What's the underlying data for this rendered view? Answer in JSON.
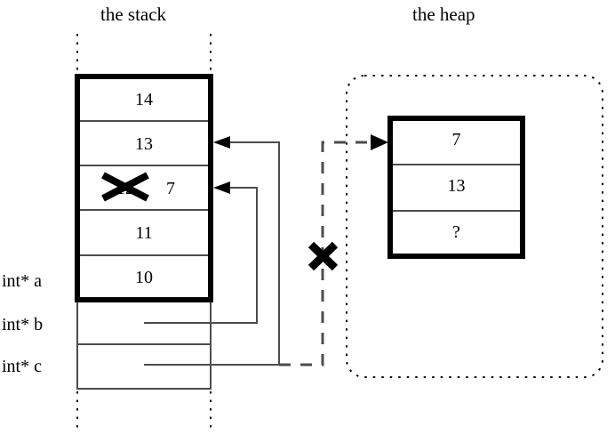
{
  "diagram": {
    "title_stack": "the stack",
    "title_heap": "the heap",
    "stack": {
      "active_frame_label": "active-stack-frame",
      "cells": [
        {
          "value": "14",
          "struck": false
        },
        {
          "value": "13",
          "struck": false
        },
        {
          "value": "12",
          "struck": true,
          "new_value": "7"
        },
        {
          "value": "11",
          "struck": false
        },
        {
          "value": "10",
          "struck": false
        }
      ],
      "pointer_rows": [
        {
          "label": "int* a"
        },
        {
          "label": "int* b"
        },
        {
          "label": "int* c"
        }
      ]
    },
    "heap": {
      "region_label": "heap-region",
      "cells": [
        {
          "value": "7"
        },
        {
          "value": "13"
        },
        {
          "value": "?"
        }
      ]
    },
    "annotations": {
      "strike_12": "X",
      "broken_link": "X"
    },
    "colors": {
      "ink": "#000000",
      "background": "#ffffff",
      "thin_rule": "#4d4d4d"
    }
  }
}
